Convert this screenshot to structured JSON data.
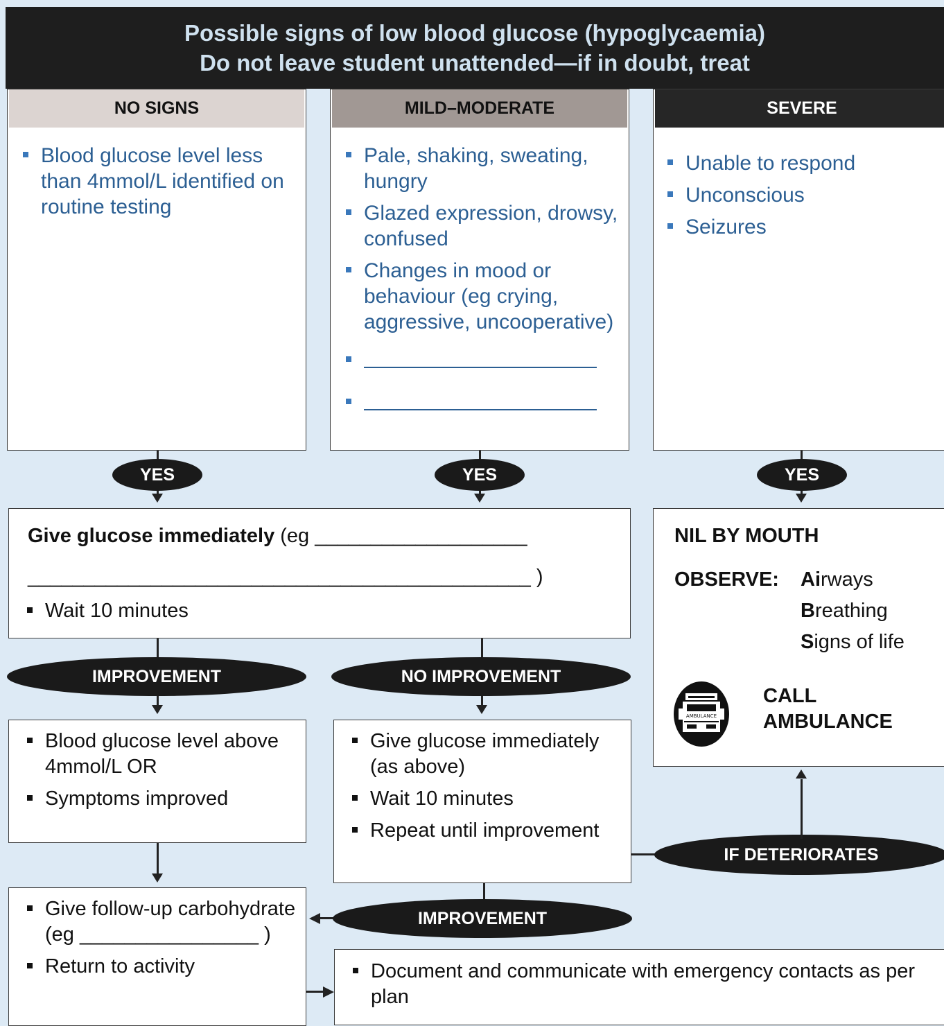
{
  "header": {
    "line1": "Possible signs of low blood glucose (hypoglycaemia)",
    "line2": "Do not leave student unattended—if in doubt, treat"
  },
  "columns": {
    "no_signs": {
      "title": "NO SIGNS",
      "items": [
        "Blood glucose level less than 4mmol/L identified on routine testing"
      ]
    },
    "mild": {
      "title": "MILD–MODERATE",
      "items": [
        "Pale, shaking, sweating, hungry",
        "Glazed expression, drowsy, confused",
        "Changes in mood or behaviour (eg crying, aggressive, uncooperative)"
      ]
    },
    "severe": {
      "title": "SEVERE",
      "items": [
        "Unable to respond",
        "Unconscious",
        "Seizures"
      ]
    }
  },
  "connectors": {
    "yes": "YES",
    "improvement": "IMPROVEMENT",
    "no_improvement": "NO IMPROVEMENT",
    "if_deteriorates": "IF DETERIORATES"
  },
  "give_glucose": {
    "bold": "Give glucose immediately",
    "rest": " (eg ___________________",
    "line2": "_____________________________________________ )",
    "item": "Wait 10 minutes"
  },
  "severe_action": {
    "nil": "NIL BY MOUTH",
    "observe": "OBSERVE:",
    "airways_bold": "Ai",
    "airways_rest": "rways",
    "breathing_bold": "B",
    "breathing_rest": "reathing",
    "signs_bold": "S",
    "signs_rest": "igns of life",
    "call1": "CALL",
    "call2": "AMBULANCE",
    "ambulance_label": "AMBULANCE"
  },
  "improved_box": {
    "items": [
      "Blood glucose level above 4mmol/L OR",
      "Symptoms improved"
    ]
  },
  "no_improvement_box": {
    "items": [
      "Give glucose immediately (as above)",
      "Wait 10 minutes",
      "Repeat until improvement"
    ]
  },
  "followup_box": {
    "items": [
      "Give follow-up carbohydrate (eg ________________ )",
      "Return to activity"
    ]
  },
  "document_box": {
    "items": [
      "Document and communicate with emergency contacts as per plan"
    ]
  }
}
